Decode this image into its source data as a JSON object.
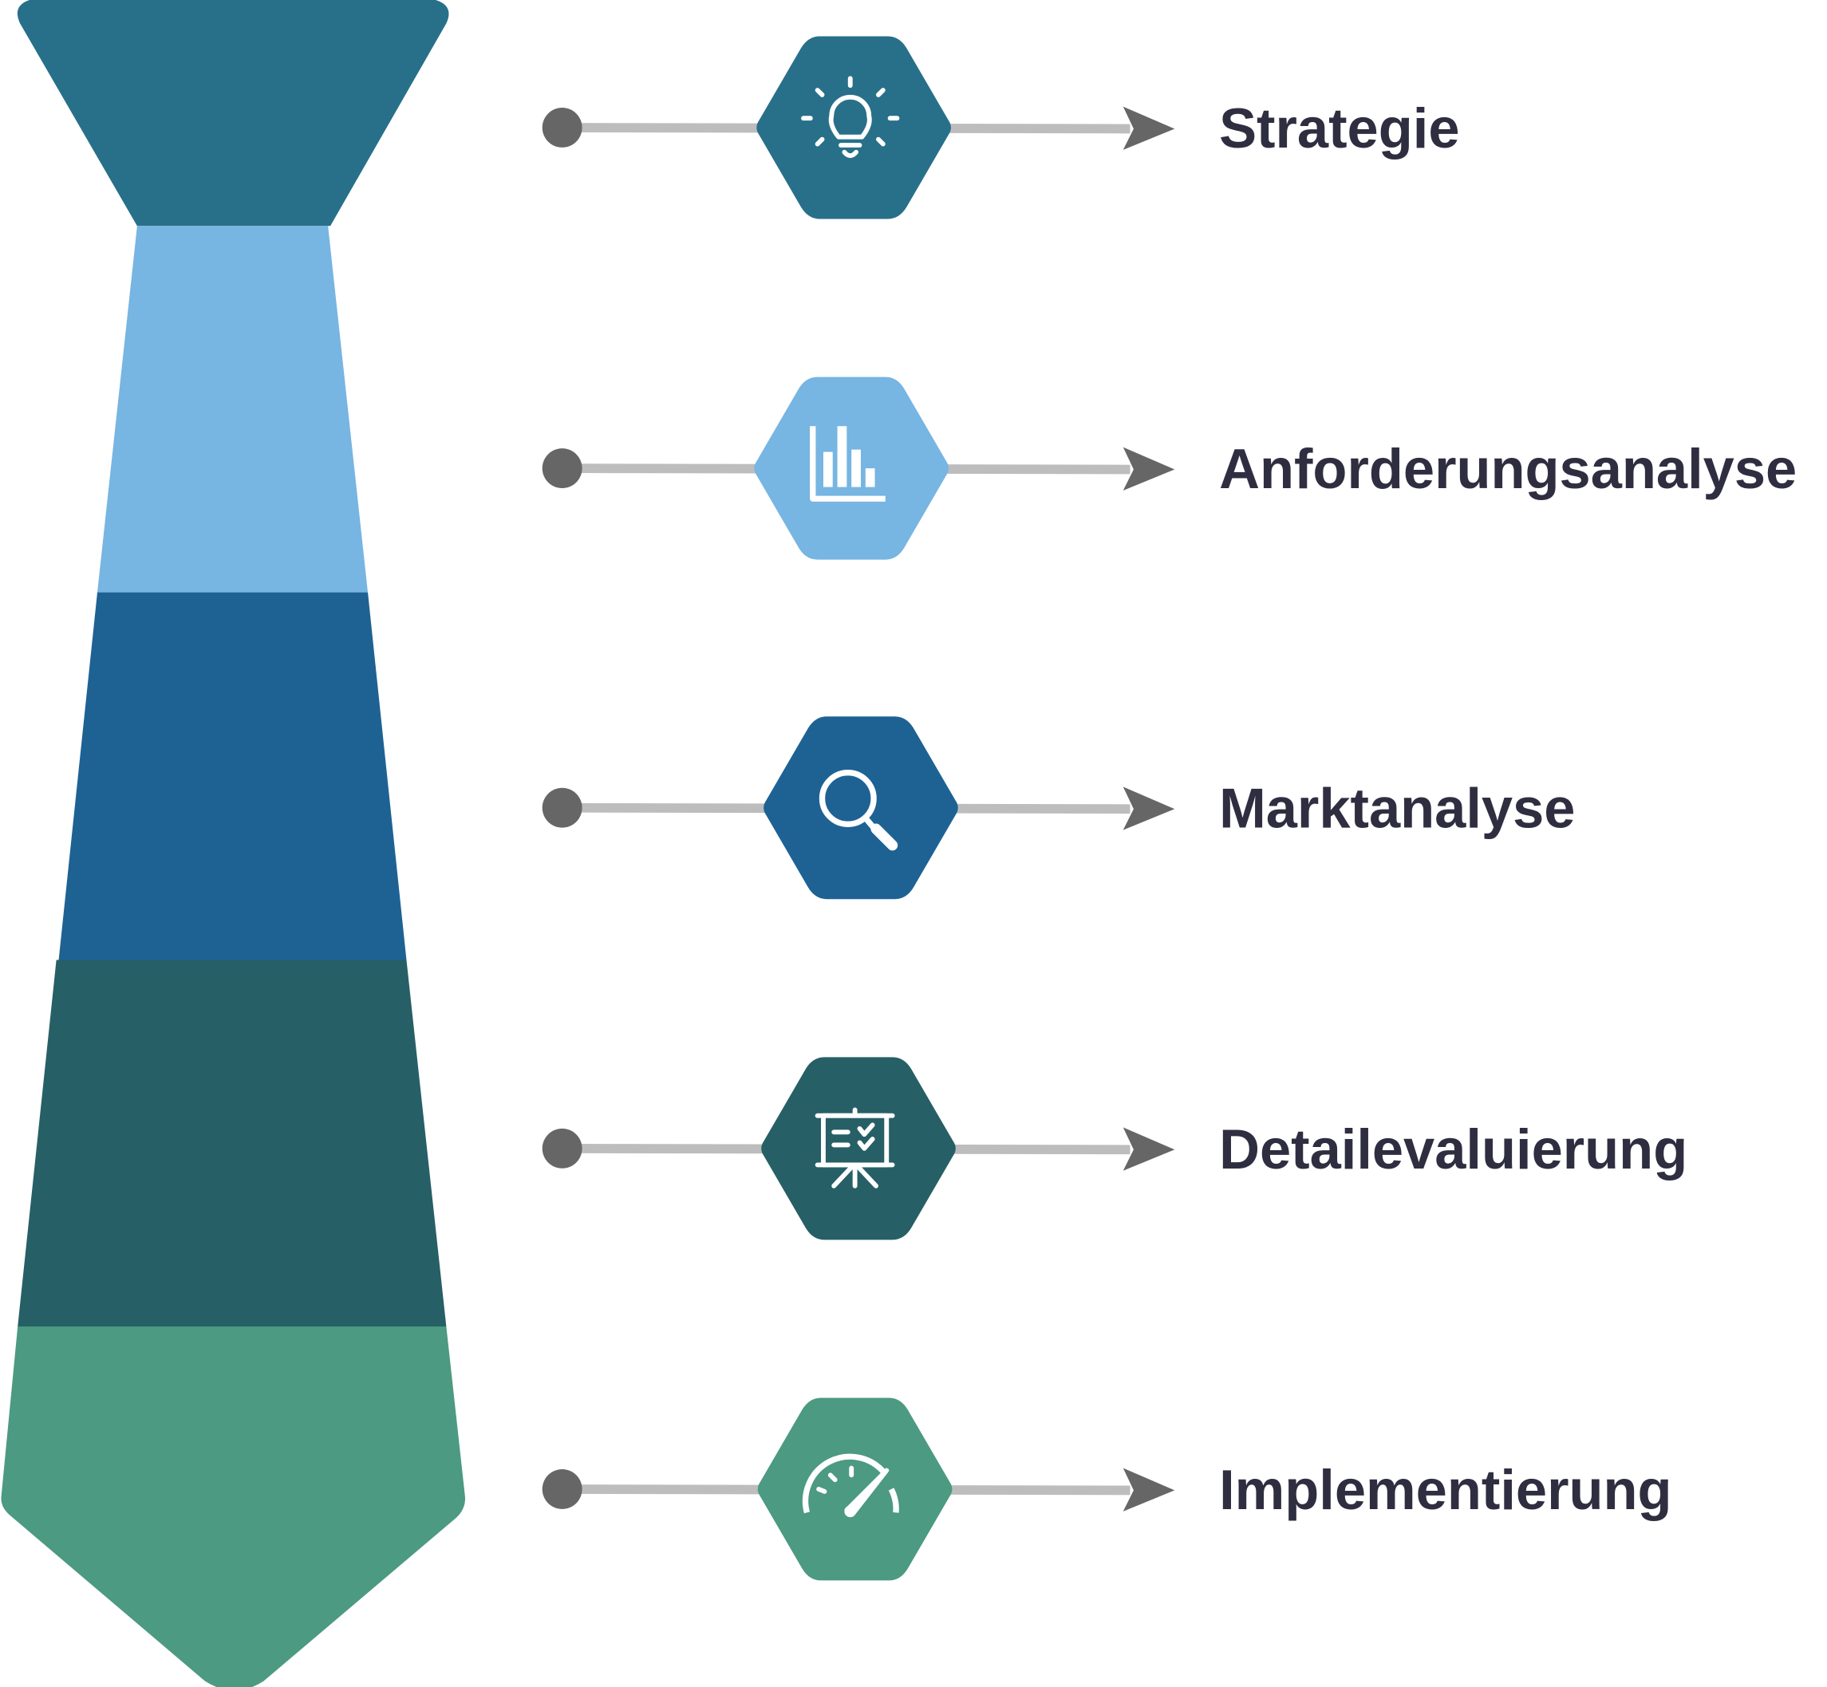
{
  "steps": [
    {
      "label": "Strategie",
      "icon": "lightbulb-icon",
      "color": "#287089"
    },
    {
      "label": "Anforderungsanalyse",
      "icon": "bar-chart-icon",
      "color": "#77b5e2"
    },
    {
      "label": "Marktanalyse",
      "icon": "magnifier-icon",
      "color": "#1e6294"
    },
    {
      "label": "Detailevaluierung",
      "icon": "presentation-board-icon",
      "color": "#275f66"
    },
    {
      "label": "Implementierung",
      "icon": "speedometer-icon",
      "color": "#4b9a81"
    }
  ],
  "connector_color": "#bdbdbd",
  "arrow_color": "#666666"
}
